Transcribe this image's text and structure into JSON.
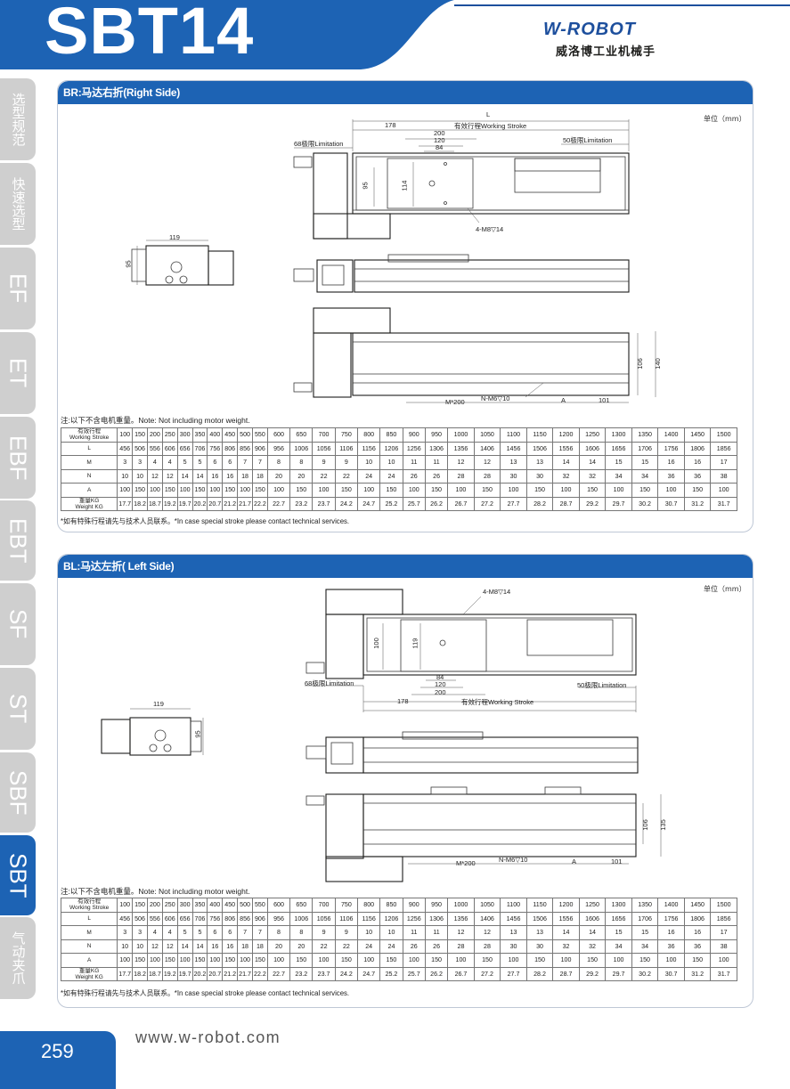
{
  "header": {
    "model": "SBT14",
    "brand_logo": "W-ROBOT",
    "brand_cn": "威洛博工业机械手",
    "accent_color": "#1d63b4"
  },
  "sidebar": {
    "tabs": [
      {
        "label": "选型规范"
      },
      {
        "label": "快速选型"
      },
      {
        "label": "EF"
      },
      {
        "label": "ET"
      },
      {
        "label": "EBF"
      },
      {
        "label": "EBT"
      },
      {
        "label": "SF"
      },
      {
        "label": "ST"
      },
      {
        "label": "SBF"
      },
      {
        "label": "SBT",
        "active": true
      },
      {
        "label": "气动夹爪"
      }
    ]
  },
  "sections": [
    {
      "title": "BR:马达右折(Right Side)",
      "unit": "单位（mm）",
      "labels": {
        "L": "L",
        "dim178": "178",
        "working_stroke": "有效行程Working Stroke",
        "dim200": "200",
        "dim120": "120",
        "dim84": "84",
        "limit68": "68极限Limitation",
        "limit50": "50极限Limitation",
        "dim95": "95",
        "dim114": "114",
        "m8": "4-M8▽14",
        "dim119": "119",
        "dim95b": "95",
        "dim106": "106",
        "dim140": "140",
        "m_pitch": "M*200",
        "n_m6": "N-M6▽10",
        "a": "A",
        "dim101": "101"
      },
      "note": "注:以下不含电机重量。Note: Not including motor weight.",
      "footnote": "*如有特殊行程请先与技术人员联系。*In case special stroke please contact technical services."
    },
    {
      "title": "BL:马达左折( Left Side)",
      "unit": "单位（mm）",
      "labels": {
        "m8": "4-M8▽14",
        "dim100": "100",
        "dim119": "119",
        "dim84": "84",
        "dim120": "120",
        "dim200": "200",
        "limit68": "68极限Limitation",
        "limit50": "50极限Limitation",
        "dim178": "178",
        "working_stroke": "有效行程Working Stroke",
        "dim119b": "119",
        "dim95": "95",
        "dim106": "106",
        "dim135": "135",
        "m_pitch": "M*200",
        "n_m6": "N-M6▽10",
        "a": "A",
        "dim101": "101"
      },
      "note": "注:以下不含电机重量。Note: Not including motor weight.",
      "footnote": "*如有特殊行程请先与技术人员联系。*In case special stroke please contact technical services."
    }
  ],
  "table": {
    "row_headers": [
      "有效行程\nWorking Stroke",
      "L",
      "M",
      "N",
      "A",
      "重量KG\nWeight KG"
    ],
    "stroke": [
      "100",
      "150",
      "200",
      "250",
      "300",
      "350",
      "400",
      "450",
      "500",
      "550",
      "600",
      "650",
      "700",
      "750",
      "800",
      "850",
      "900",
      "950",
      "1000",
      "1050",
      "1100",
      "1150",
      "1200",
      "1250",
      "1300",
      "1350",
      "1400",
      "1450",
      "1500"
    ],
    "L": [
      "456",
      "506",
      "556",
      "606",
      "656",
      "706",
      "756",
      "806",
      "856",
      "906",
      "956",
      "1006",
      "1056",
      "1106",
      "1156",
      "1206",
      "1256",
      "1306",
      "1356",
      "1406",
      "1456",
      "1506",
      "1556",
      "1606",
      "1656",
      "1706",
      "1756",
      "1806",
      "1856"
    ],
    "M": [
      "3",
      "3",
      "4",
      "4",
      "5",
      "5",
      "6",
      "6",
      "7",
      "7",
      "8",
      "8",
      "9",
      "9",
      "10",
      "10",
      "11",
      "11",
      "12",
      "12",
      "13",
      "13",
      "14",
      "14",
      "15",
      "15",
      "16",
      "16",
      "17"
    ],
    "N": [
      "10",
      "10",
      "12",
      "12",
      "14",
      "14",
      "16",
      "16",
      "18",
      "18",
      "20",
      "20",
      "22",
      "22",
      "24",
      "24",
      "26",
      "26",
      "28",
      "28",
      "30",
      "30",
      "32",
      "32",
      "34",
      "34",
      "36",
      "36",
      "38"
    ],
    "A": [
      "100",
      "150",
      "100",
      "150",
      "100",
      "150",
      "100",
      "150",
      "100",
      "150",
      "100",
      "150",
      "100",
      "150",
      "100",
      "150",
      "100",
      "150",
      "100",
      "150",
      "100",
      "150",
      "100",
      "150",
      "100",
      "150",
      "100",
      "150",
      "100"
    ],
    "weight": [
      "17.7",
      "18.2",
      "18.7",
      "19.2",
      "19.7",
      "20.2",
      "20.7",
      "21.2",
      "21.7",
      "22.2",
      "22.7",
      "23.2",
      "23.7",
      "24.2",
      "24.7",
      "25.2",
      "25.7",
      "26.2",
      "26.7",
      "27.2",
      "27.7",
      "28.2",
      "28.7",
      "29.2",
      "29.7",
      "30.2",
      "30.7",
      "31.2",
      "31.7"
    ]
  },
  "footer": {
    "page_number": "259",
    "url": "www.w-robot.com"
  }
}
